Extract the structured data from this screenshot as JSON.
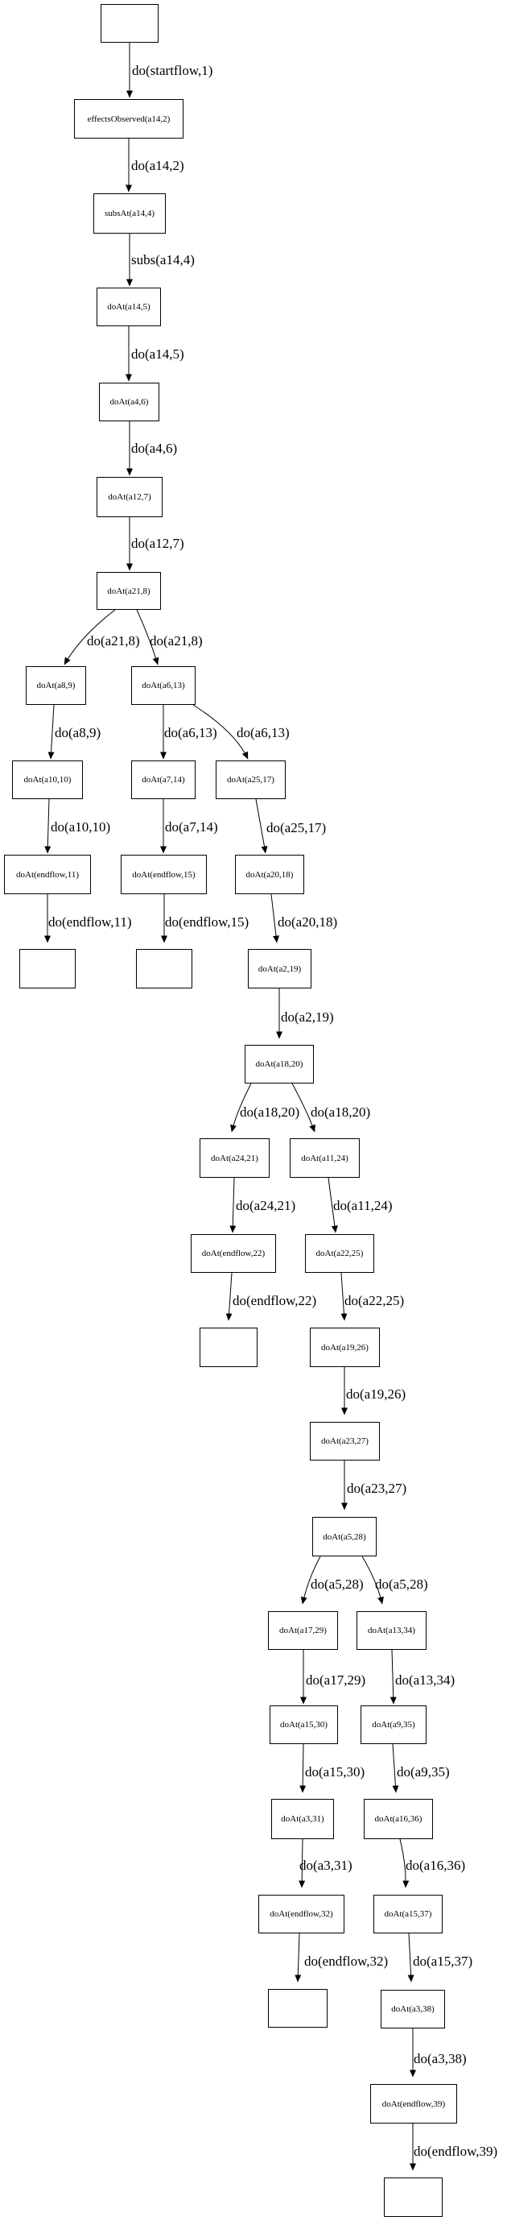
{
  "diagram": {
    "type": "tree-graph",
    "background_color": "#ffffff",
    "node_border_color": "#000000",
    "text_color": "#000000",
    "nodes": [
      {
        "label": ""
      },
      {
        "label": "effectsObserved(a14,2)"
      },
      {
        "label": "subsAt(a14,4)"
      },
      {
        "label": "doAt(a14,5)"
      },
      {
        "label": "doAt(a4,6)"
      },
      {
        "label": "doAt(a12,7)"
      },
      {
        "label": "doAt(a21,8)"
      },
      {
        "label": "doAt(a8,9)"
      },
      {
        "label": "doAt(a6,13)"
      },
      {
        "label": "doAt(a10,10)"
      },
      {
        "label": "doAt(a7,14)"
      },
      {
        "label": "doAt(a25,17)"
      },
      {
        "label": "doAt(endflow,11)"
      },
      {
        "label": "doAt(endflow,15)"
      },
      {
        "label": "doAt(a20,18)"
      },
      {
        "label": ""
      },
      {
        "label": ""
      },
      {
        "label": "doAt(a2,19)"
      },
      {
        "label": "doAt(a18,20)"
      },
      {
        "label": "doAt(a24,21)"
      },
      {
        "label": "doAt(a11,24)"
      },
      {
        "label": "doAt(endflow,22)"
      },
      {
        "label": "doAt(a22,25)"
      },
      {
        "label": ""
      },
      {
        "label": "doAt(a19,26)"
      },
      {
        "label": "doAt(a23,27)"
      },
      {
        "label": "doAt(a5,28)"
      },
      {
        "label": "doAt(a17,29)"
      },
      {
        "label": "doAt(a13,34)"
      },
      {
        "label": "doAt(a15,30)"
      },
      {
        "label": "doAt(a9,35)"
      },
      {
        "label": "doAt(a3,31)"
      },
      {
        "label": "doAt(a16,36)"
      },
      {
        "label": "doAt(endflow,32)"
      },
      {
        "label": "doAt(a15,37)"
      },
      {
        "label": ""
      },
      {
        "label": "doAt(a3,38)"
      },
      {
        "label": "doAt(endflow,39)"
      },
      {
        "label": ""
      }
    ],
    "edge_labels": [
      {
        "label": "do(startflow,1)"
      },
      {
        "label": "do(a14,2)"
      },
      {
        "label": "subs(a14,4)"
      },
      {
        "label": "do(a14,5)"
      },
      {
        "label": "do(a4,6)"
      },
      {
        "label": "do(a12,7)"
      },
      {
        "label": "do(a21,8)"
      },
      {
        "label": "do(a21,8)"
      },
      {
        "label": "do(a8,9)"
      },
      {
        "label": "do(a6,13)"
      },
      {
        "label": "do(a6,13)"
      },
      {
        "label": "do(a10,10)"
      },
      {
        "label": "do(a7,14)"
      },
      {
        "label": "do(a25,17)"
      },
      {
        "label": "do(endflow,11)"
      },
      {
        "label": "do(endflow,15)"
      },
      {
        "label": "do(a20,18)"
      },
      {
        "label": "do(a2,19)"
      },
      {
        "label": "do(a18,20)"
      },
      {
        "label": "do(a18,20)"
      },
      {
        "label": "do(a24,21)"
      },
      {
        "label": "do(a11,24)"
      },
      {
        "label": "do(endflow,22)"
      },
      {
        "label": "do(a22,25)"
      },
      {
        "label": "do(a19,26)"
      },
      {
        "label": "do(a23,27)"
      },
      {
        "label": "do(a5,28)"
      },
      {
        "label": "do(a5,28)"
      },
      {
        "label": "do(a17,29)"
      },
      {
        "label": "do(a13,34)"
      },
      {
        "label": "do(a15,30)"
      },
      {
        "label": "do(a9,35)"
      },
      {
        "label": "do(a3,31)"
      },
      {
        "label": "do(a16,36)"
      },
      {
        "label": "do(endflow,32)"
      },
      {
        "label": "do(a15,37)"
      },
      {
        "label": "do(a3,38)"
      },
      {
        "label": "do(endflow,39)"
      }
    ]
  }
}
